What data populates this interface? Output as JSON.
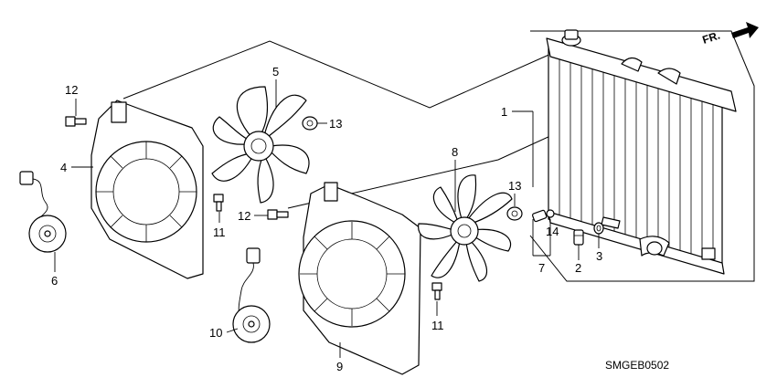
{
  "diagram": {
    "direction_label": "FR.",
    "diagram_code": "SMGEB0502",
    "callouts": [
      {
        "id": "c1",
        "text": "1"
      },
      {
        "id": "c2",
        "text": "2"
      },
      {
        "id": "c3",
        "text": "3"
      },
      {
        "id": "c4",
        "text": "4"
      },
      {
        "id": "c5",
        "text": "5"
      },
      {
        "id": "c6",
        "text": "6"
      },
      {
        "id": "c7",
        "text": "7"
      },
      {
        "id": "c8",
        "text": "8"
      },
      {
        "id": "c9",
        "text": "9"
      },
      {
        "id": "c10",
        "text": "10"
      },
      {
        "id": "c11a",
        "text": "11"
      },
      {
        "id": "c11b",
        "text": "11"
      },
      {
        "id": "c12a",
        "text": "12"
      },
      {
        "id": "c12b",
        "text": "12"
      },
      {
        "id": "c13a",
        "text": "13"
      },
      {
        "id": "c13b",
        "text": "13"
      },
      {
        "id": "c14",
        "text": "14"
      }
    ]
  }
}
